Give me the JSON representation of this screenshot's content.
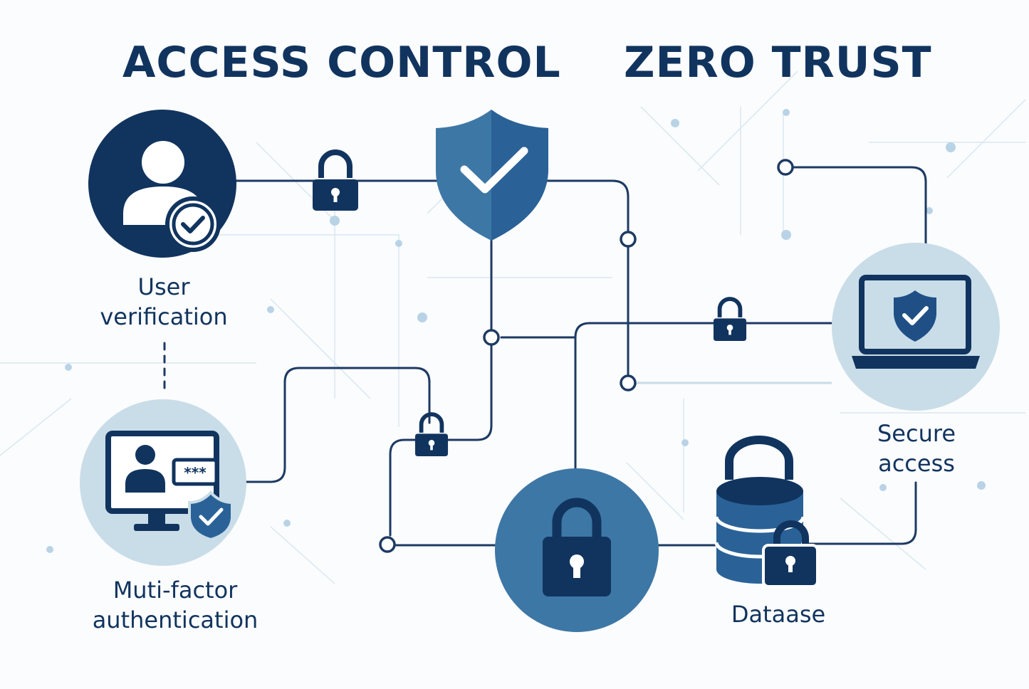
{
  "title": {
    "left": "ACCESS CONTROL",
    "right": "ZERO TRUST"
  },
  "nodes": {
    "user_verification": {
      "label_line1": "User",
      "label_line2": "verification",
      "icon": "user-check-icon"
    },
    "mfa": {
      "label_line1": "Muti-factor",
      "label_line2": "authentication",
      "icon": "monitor-password-icon"
    },
    "secure_access": {
      "label_line1": "Secure",
      "label_line2": "access",
      "icon": "laptop-shield-icon"
    },
    "database": {
      "label": "Dataase",
      "icon": "database-lock-icon"
    },
    "central_lock": {
      "icon": "padlock-icon"
    },
    "shield": {
      "icon": "shield-check-icon"
    }
  },
  "colors": {
    "navy": "#11345f",
    "mid_blue": "#3d77a6",
    "light_blue": "#c9dde8",
    "line": "#1d3a63",
    "grid": "#cfe0ee"
  }
}
